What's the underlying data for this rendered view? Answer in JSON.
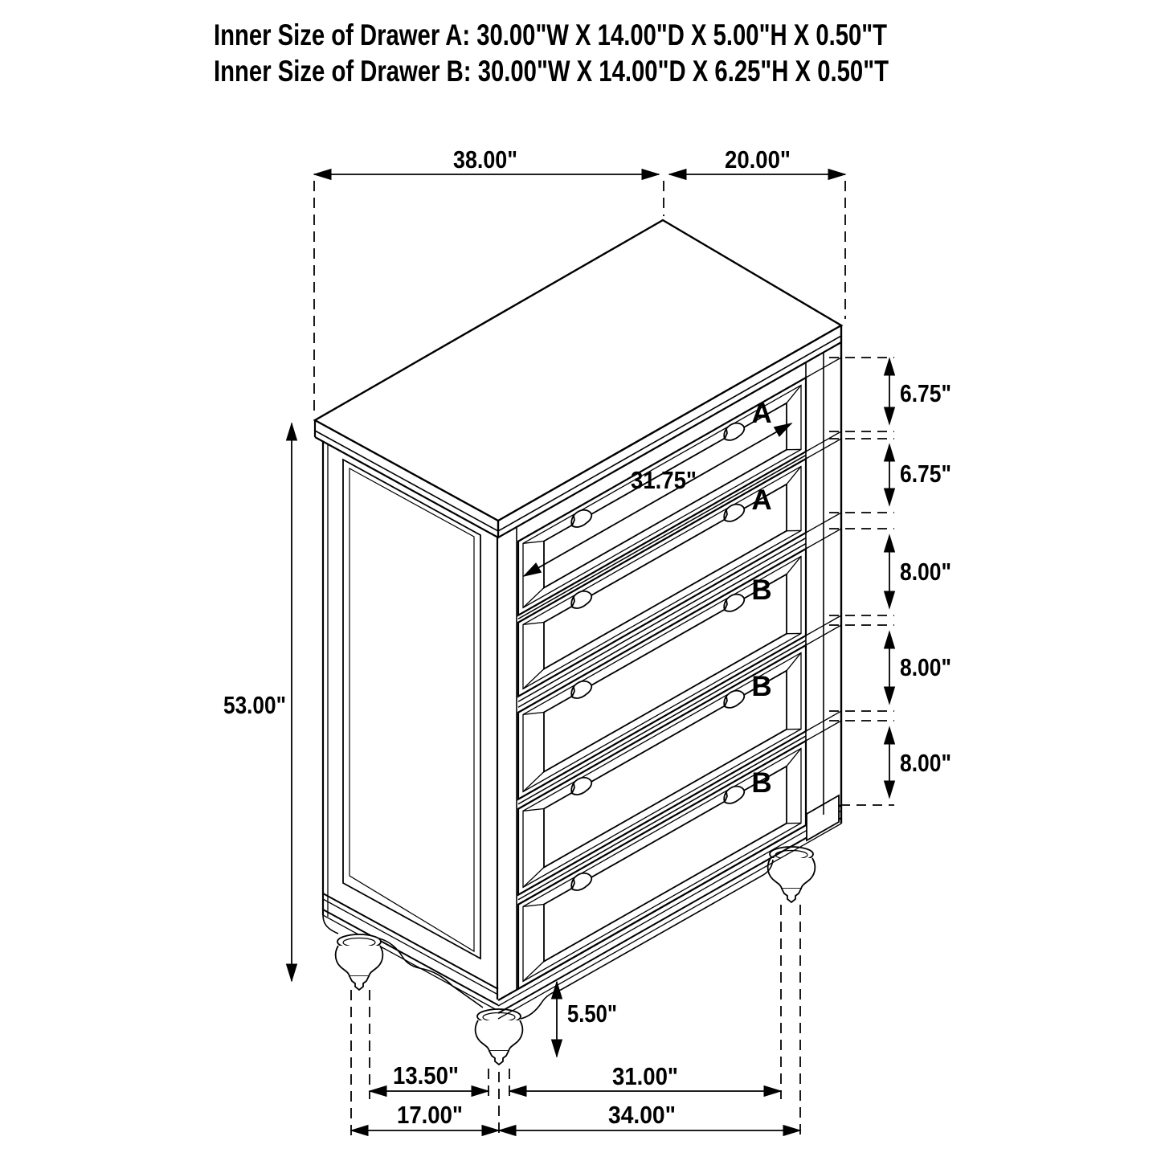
{
  "title": {
    "line1": "Inner Size of Drawer A: 30.00\"W X 14.00\"D X 5.00\"H X 0.50\"T",
    "line2": "Inner Size of Drawer B: 30.00\"W X 14.00\"D X 6.25\"H X 0.50\"T"
  },
  "dimensions": {
    "top_width": "38.00\"",
    "top_depth": "20.00\"",
    "height": "53.00\"",
    "drawer_width": "31.75\"",
    "drawer_heights": [
      "6.75\"",
      "6.75\"",
      "8.00\"",
      "8.00\"",
      "8.00\""
    ],
    "leg_height": "5.50\"",
    "bottom_side_inner": "13.50\"",
    "bottom_side_outer": "17.00\"",
    "bottom_front_inner": "31.00\"",
    "bottom_front_outer": "34.00\""
  },
  "drawer_labels": [
    "A",
    "A",
    "B",
    "B",
    "B"
  ],
  "colors": {
    "line": "#000000",
    "label_red": "#e2231c",
    "background": "#ffffff"
  }
}
